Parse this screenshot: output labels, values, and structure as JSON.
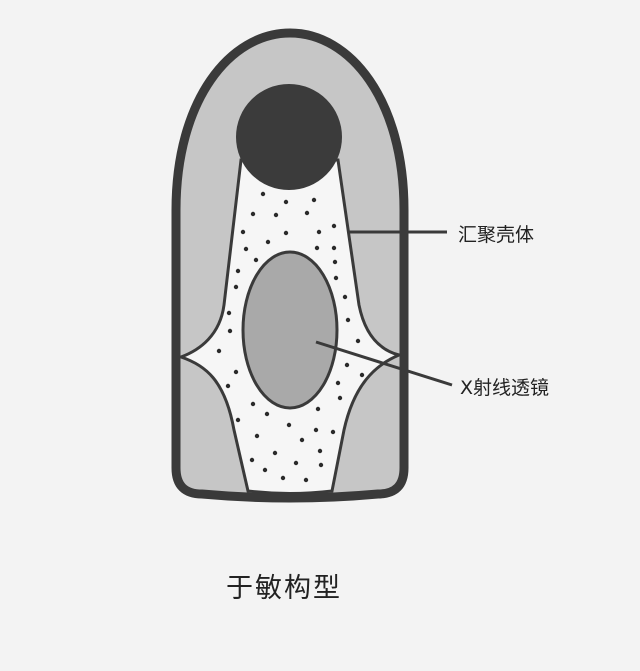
{
  "labels": {
    "shell": "汇聚壳体",
    "lens": "X射线透镜"
  },
  "title": "于敏构型",
  "colors": {
    "outline": "#3a3a3a",
    "shell_fill": "#c6c6c6",
    "primary": "#3b3b3b",
    "channel": "#f6f6f6",
    "secondary": "#a9a9a9"
  }
}
